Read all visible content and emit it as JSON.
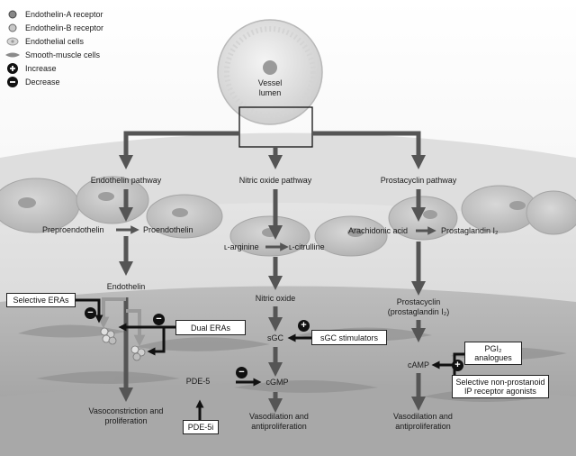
{
  "legend": [
    {
      "label": "Endothelin-A receptor",
      "icon": "endothelin-a-receptor-icon"
    },
    {
      "label": "Endothelin-B receptor",
      "icon": "endothelin-b-receptor-icon"
    },
    {
      "label": "Endothelial cells",
      "icon": "endothelial-cell-icon"
    },
    {
      "label": "Smooth-muscle cells",
      "icon": "smooth-muscle-cell-icon"
    },
    {
      "label": "Increase",
      "icon": "plus-icon"
    },
    {
      "label": "Decrease",
      "icon": "minus-icon"
    }
  ],
  "vessel": {
    "line1": "Vessel",
    "line2": "lumen"
  },
  "pathways": {
    "endothelin": "Endothelin pathway",
    "nitric_oxide": "Nitric oxide pathway",
    "prostacyclin": "Prostacyclin pathway"
  },
  "endothelin": {
    "preproendothelin": "Preproendothelin",
    "proendothelin": "Proendothelin",
    "endothelin": "Endothelin",
    "outcome_line1": "Vasoconstriction and",
    "outcome_line2": "proliferation"
  },
  "nitric": {
    "arginine": "ʟ-arginine",
    "citrulline": "ʟ-citrulline",
    "nitric_oxide": "Nitric oxide",
    "sgc": "sGC",
    "pde5": "PDE-5",
    "cgmp": "cGMP",
    "outcome_line1": "Vasodilation and",
    "outcome_line2": "antiproliferation"
  },
  "prostacyclin": {
    "arachidonic": "Arachidonic acid",
    "pgi2": "Prostaglandin I₂",
    "prostacyclin_line1": "Prostacyclin",
    "prostacyclin_line2": "(prostaglandin I₂)",
    "camp": "cAMP",
    "outcome_line1": "Vasodilation and",
    "outcome_line2": "antiproliferation"
  },
  "drugs": {
    "selective_eras": "Selective ERAs",
    "dual_eras": "Dual ERAs",
    "sgc_stimulators": "sGC stimulators",
    "pde5i": "PDE-5i",
    "pgi2_line1": "PGI₂",
    "pgi2_line2": "analogues",
    "ip_line1": "Selective non-prostanoid",
    "ip_line2": "IP receptor agonists"
  },
  "colors": {
    "arrow": "#555555",
    "box_border": "#222222",
    "cell": "#c9c9c9",
    "muscle": "#8a8a8a"
  }
}
